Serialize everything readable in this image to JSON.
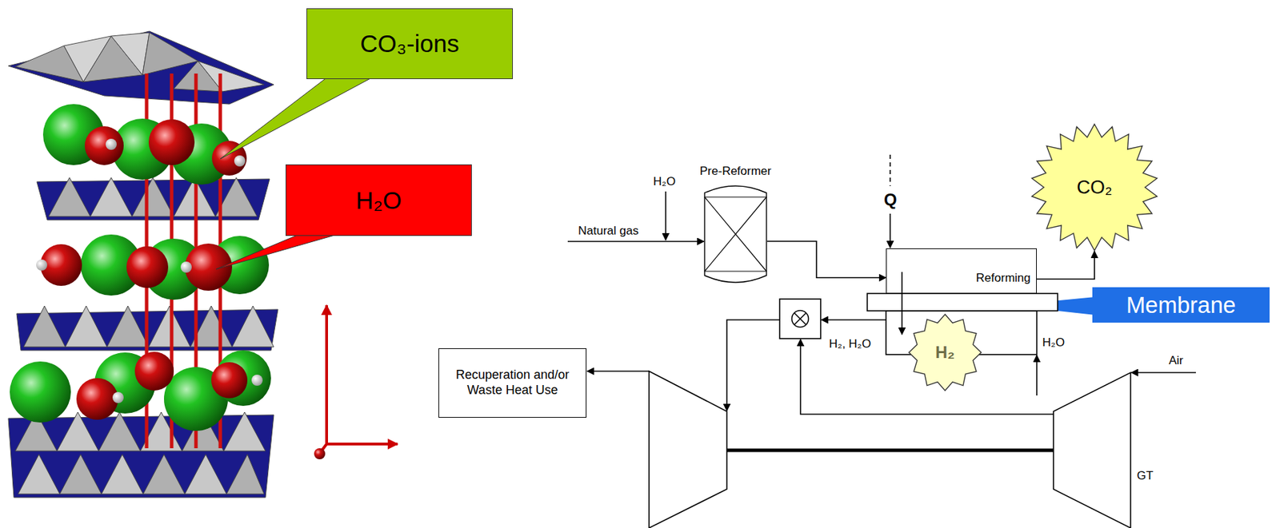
{
  "diagram": {
    "nodes": [
      {
        "text": [
          "CO₃-ions"
        ]
      },
      {
        "text": [
          "H₂O"
        ]
      },
      {
        "text": [
          "Pre-Reformer"
        ]
      },
      {
        "text": [
          "Reforming"
        ]
      },
      {
        "text": [
          "CO₂"
        ]
      },
      {
        "text": [
          "Membrane"
        ]
      },
      {
        "text": [
          "H₂"
        ]
      },
      {
        "text": [
          "Recuperation and/or Waste Heat Use"
        ]
      }
    ],
    "edges": [
      {
        "from": 2,
        "to": 3,
        "arrow": "to"
      },
      {
        "from": 3,
        "to": 4,
        "arrow": "to"
      }
    ],
    "labels": [
      "H₂O",
      "Natural gas",
      "Q",
      "H₂, H₂O",
      "H₂O",
      "Air",
      "GT"
    ]
  }
}
